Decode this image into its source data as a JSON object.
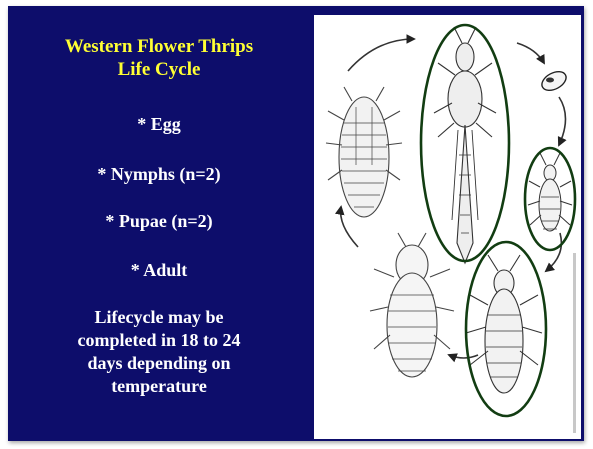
{
  "slide": {
    "background_color": "#0d0d6b",
    "title_color": "#ffff33",
    "text_color": "#ffffff",
    "title_lines": [
      "Western Flower Thrips",
      "Life Cycle"
    ],
    "bullets": [
      "* Egg",
      "* Nymphs (n=2)",
      "* Pupae (n=2)",
      "* Adult"
    ],
    "note_lines": [
      "Lifecycle may be",
      "completed in 18 to 24",
      "days depending on",
      "temperature"
    ]
  },
  "figure": {
    "highlight_color": "#123d12",
    "stages": [
      "adult",
      "egg",
      "first-instar-nymph",
      "second-instar-nymph",
      "prepupa",
      "pupa"
    ],
    "highlighted_stages": [
      "adult",
      "first-instar-nymph",
      "second-instar-nymph"
    ]
  }
}
